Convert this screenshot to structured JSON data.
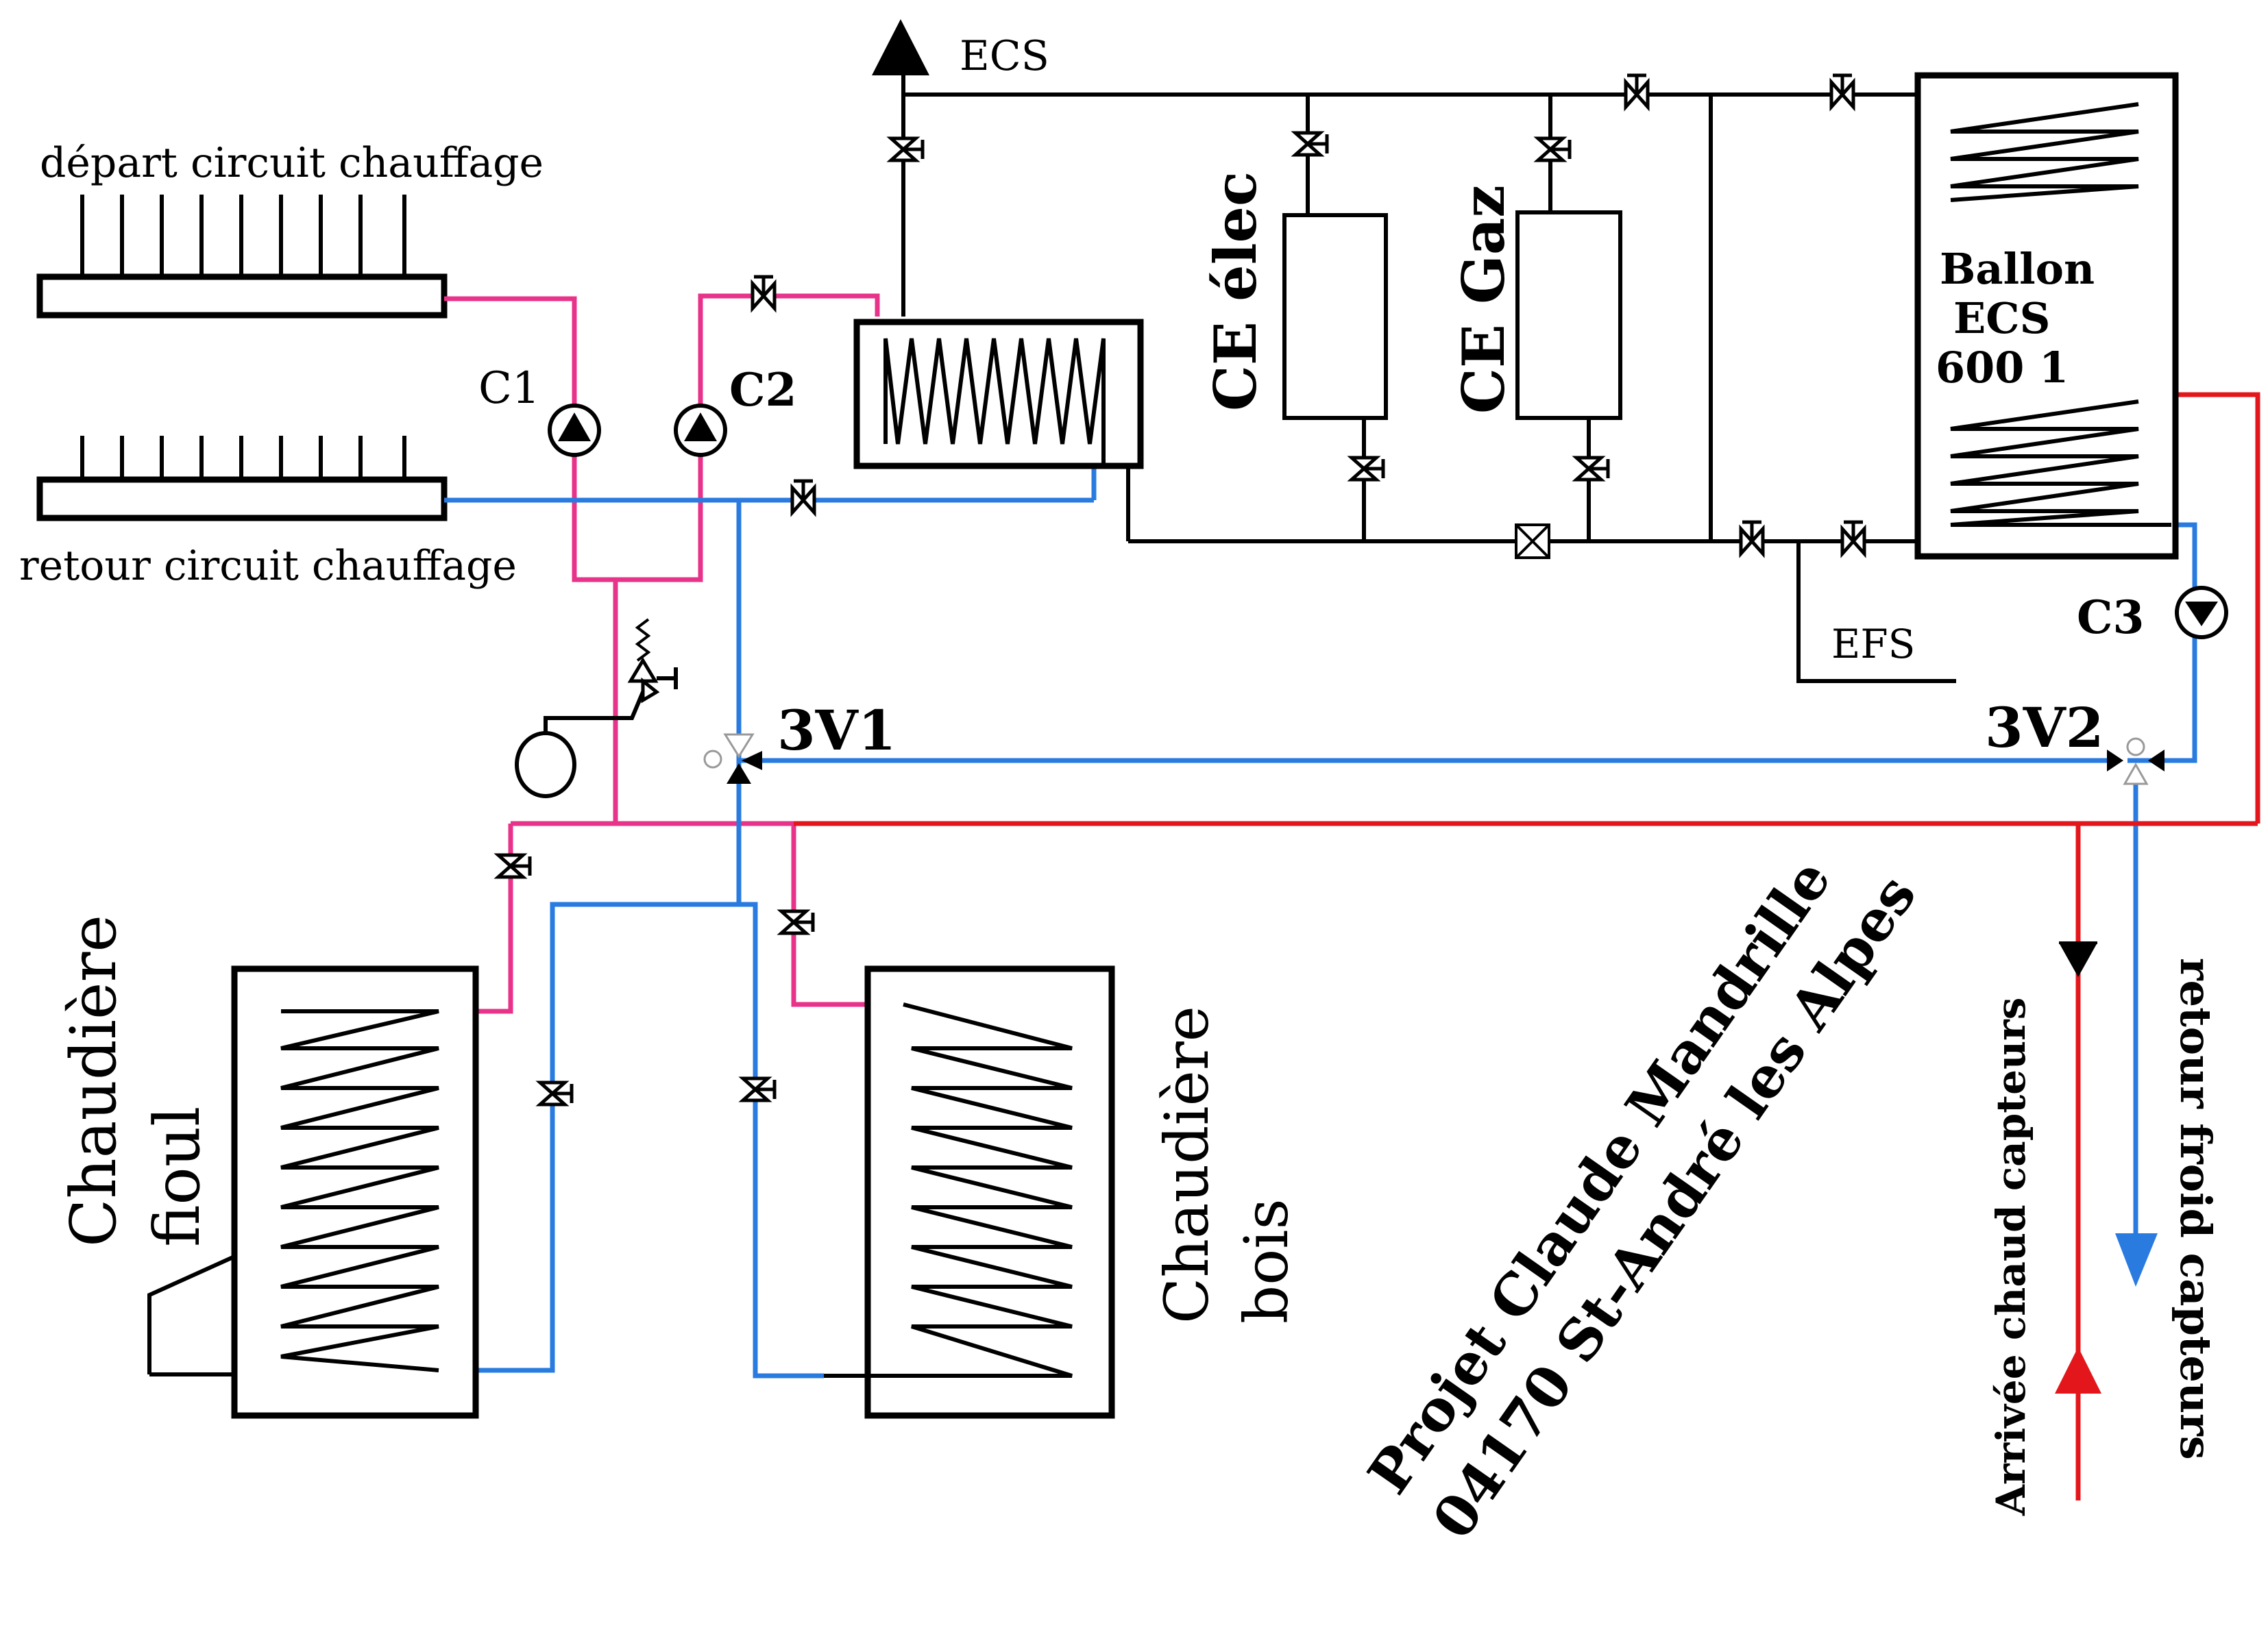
{
  "labels": {
    "ecs": "ECS",
    "depart": "départ circuit chauffage",
    "retour": "retour circuit chauffage",
    "c1": "C1",
    "c2": "C2",
    "c3": "C3",
    "ce_elec": "CE élec",
    "ce_gaz": "CE Gaz",
    "ballon_line1": "Ballon",
    "ballon_line2": "ECS",
    "ballon_line3": "600 1",
    "efs": "EFS",
    "v3v1": "3V1",
    "v3v2": "3V2",
    "chaudiere_fioul_line1": "Chaudière",
    "chaudiere_fioul_line2": "fioul",
    "chaudiere_bois_line1": "Chaudière",
    "chaudiere_bois_line2": "bois",
    "projet_line1": "Projet Claude Mandrille",
    "projet_line2": "04170 St-André les Alpes",
    "arrivee": "Arrivée chaud capteurs",
    "retour_froid": "retour froid capteurs"
  },
  "colors": {
    "hot_heating": "#e8338a",
    "cold_return": "#2a7be0",
    "solar_hot": "#e3171b",
    "piping": "#000000"
  }
}
